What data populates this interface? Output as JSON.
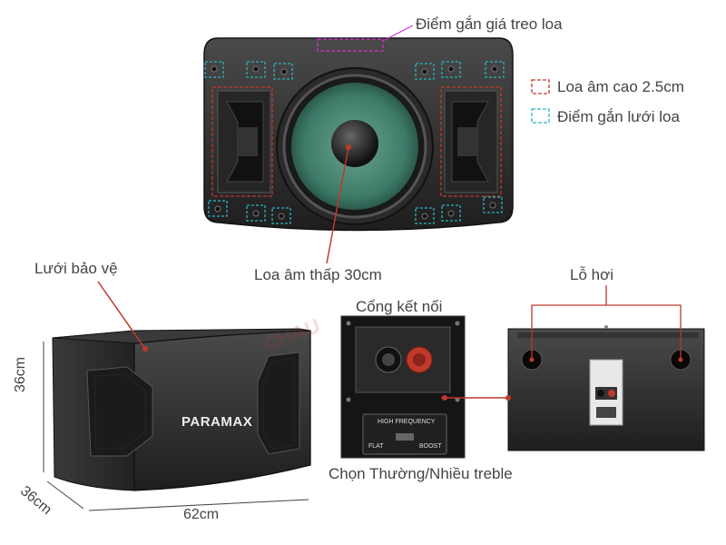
{
  "labels": {
    "mount_points": "Điểm gắn giá treo loa",
    "tweeter": "Loa âm cao 2.5cm",
    "grille_points": "Điểm gắn lưới loa",
    "grille": "Lưới bảo vệ",
    "woofer": "Loa âm thấp 30cm",
    "port": "Lỗ hơi",
    "connector": "Cổng kết nối",
    "treble_switch": "Chọn Thường/Nhiều treble",
    "height": "36cm",
    "depth": "36cm",
    "width": "62cm"
  },
  "panel": {
    "switch_title": "HIGH FREQUENCY",
    "switch_left": "FLAT",
    "switch_right": "BOOST"
  },
  "brand": "PARAMAX",
  "watermark": "CHAU",
  "colors": {
    "tweeter_marker": "#c0392b",
    "grille_marker": "#2bb3c0",
    "mount_marker": "#cc33cc",
    "woofer_cone": "#4e8a7a",
    "callout_line": "#c0392b"
  }
}
